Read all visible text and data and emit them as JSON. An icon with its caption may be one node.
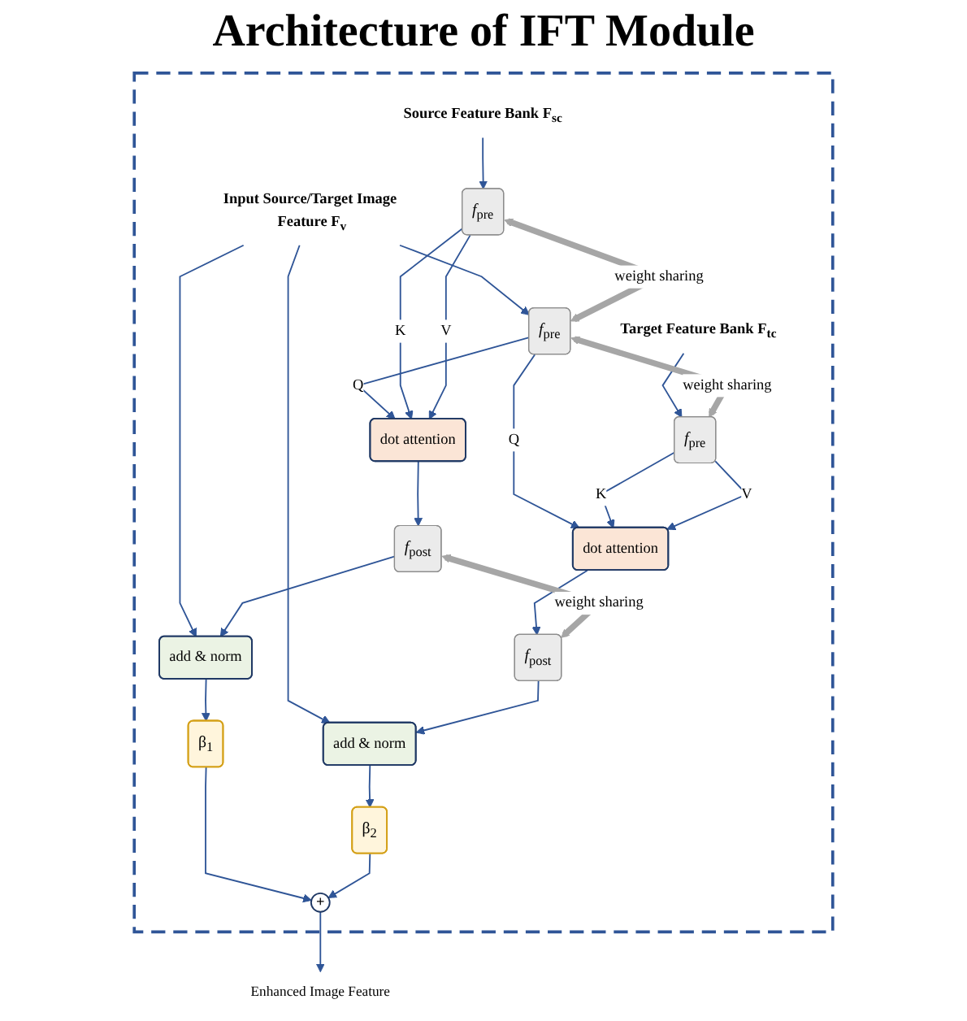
{
  "diagram": {
    "title": "Architecture of IFT Module",
    "nodes": [
      {
        "text": [],
        "shape": "box"
      },
      {
        "text": [
          "Source Feature Bank **F$_{sc}$**"
        ],
        "in": 0
      },
      {
        "text": [
          "Input Source/Target Image Feature **F$_{v}$**"
        ],
        "in": 0
      },
      {
        "text": [
          "Target Feature Bank **F$_{tc}$**"
        ],
        "in": 0
      },
      {
        "text": [
          "*f*$_{pre}$"
        ],
        "in": 0
      },
      {
        "text": [
          "*f*$_{pre}$"
        ],
        "in": 0
      },
      {
        "text": [
          "*f*$_{pre}$"
        ],
        "in": 0
      },
      {
        "text": [
          "dot attention"
        ],
        "in": 0
      },
      {
        "text": [
          "dot attention"
        ],
        "in": 0
      },
      {
        "text": [
          "*f*$_{post}$"
        ],
        "in": 0
      },
      {
        "text": [
          "*f*$_{post}$"
        ],
        "in": 0
      },
      {
        "text": [
          "add & norm"
        ],
        "in": 0
      },
      {
        "text": [
          "add & norm"
        ],
        "in": 0
      },
      {
        "text": [
          "β$_{1}$"
        ],
        "in": 0
      },
      {
        "text": [
          "β$_{2}$"
        ],
        "in": 0
      },
      {
        "text": [
          "+"
        ],
        "in": 0
      },
      {
        "text": [
          "Enhanced Image Feature"
        ]
      }
    ],
    "edges": [
      {
        "from": 1,
        "to": 4,
        "arrow": "to"
      },
      {
        "from": 2,
        "to": 5,
        "arrow": "to"
      },
      {
        "from": 3,
        "to": 6,
        "arrow": "to"
      },
      {
        "from": 2,
        "to": 11,
        "arrow": "to"
      },
      {
        "from": 2,
        "to": 12,
        "arrow": "to"
      },
      {
        "from": 4,
        "to": 5,
        "arrow": "both",
        "label": "weight sharing",
        "style": "thick",
        "color": "#a6a6a6"
      },
      {
        "from": 5,
        "to": 6,
        "arrow": "both",
        "label": "weight sharing",
        "style": "thick",
        "color": "#a6a6a6"
      },
      {
        "from": 5,
        "to": 7,
        "arrow": "to",
        "label": "Q"
      },
      {
        "from": 4,
        "to": 7,
        "arrow": "to",
        "label": "K"
      },
      {
        "from": 4,
        "to": 7,
        "arrow": "to",
        "label": "V"
      },
      {
        "from": 5,
        "to": 8,
        "arrow": "to",
        "label": "Q"
      },
      {
        "from": 6,
        "to": 8,
        "arrow": "to",
        "label": "K"
      },
      {
        "from": 6,
        "to": 8,
        "arrow": "to",
        "label": "V"
      },
      {
        "from": 7,
        "to": 9,
        "arrow": "to"
      },
      {
        "from": 8,
        "to": 10,
        "arrow": "to"
      },
      {
        "from": 9,
        "to": 10,
        "arrow": "both",
        "label": "weight sharing",
        "style": "thick",
        "color": "#a6a6a6"
      },
      {
        "from": 9,
        "to": 11,
        "arrow": "to"
      },
      {
        "from": 10,
        "to": 12,
        "arrow": "to"
      },
      {
        "from": 11,
        "to": 13,
        "arrow": "to"
      },
      {
        "from": 12,
        "to": 14,
        "arrow": "to"
      },
      {
        "from": 13,
        "to": 15,
        "arrow": "to"
      },
      {
        "from": 14,
        "to": 15,
        "arrow": "to"
      },
      {
        "from": 15,
        "to": 16,
        "arrow": "to"
      }
    ]
  }
}
